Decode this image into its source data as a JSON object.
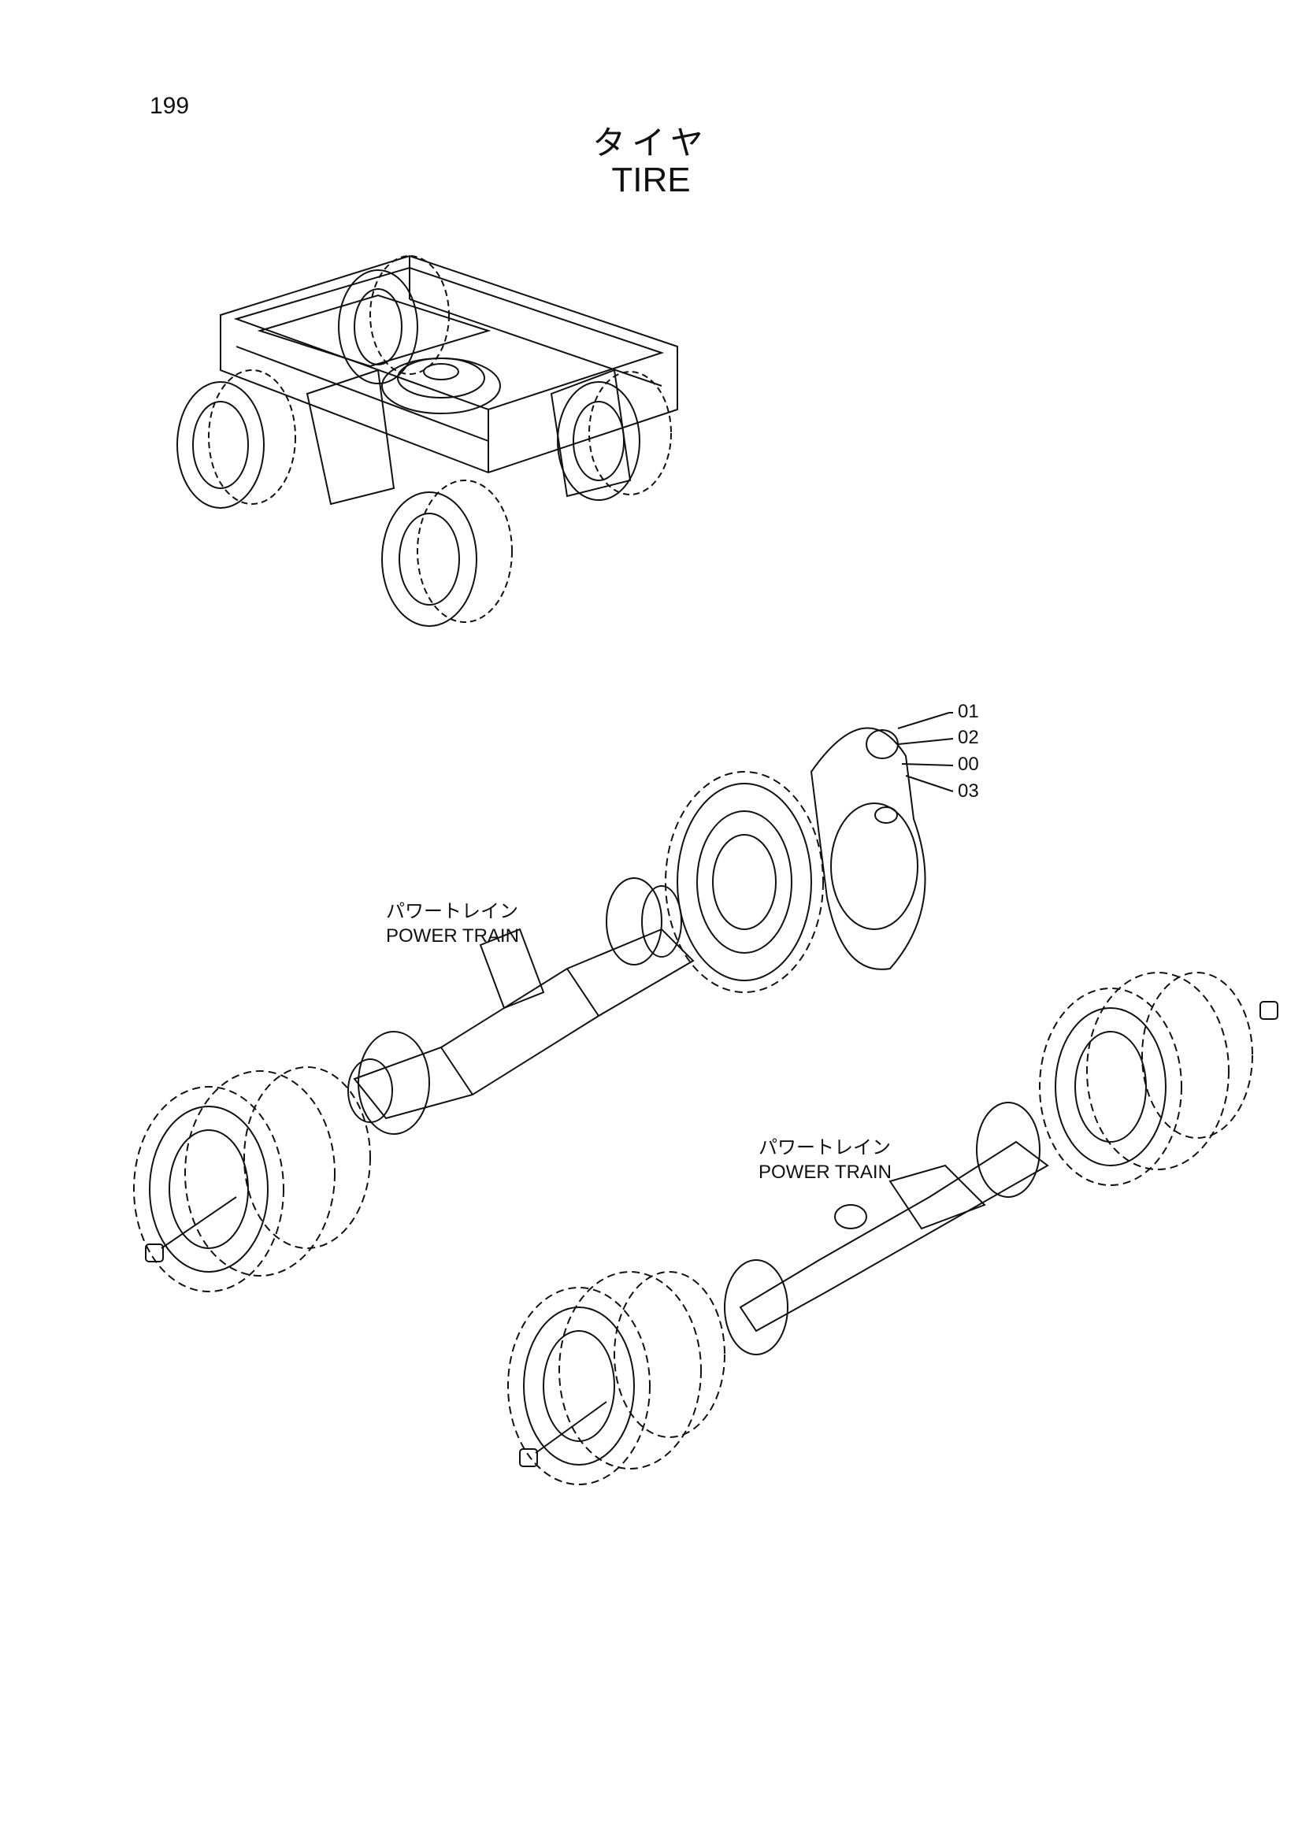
{
  "header": {
    "page_number": "199",
    "title_japanese": "タイヤ",
    "title_english": "TIRE"
  },
  "labels": {
    "front_axle": {
      "japanese": "パワートレイン",
      "english": "POWER TRAIN"
    },
    "rear_axle": {
      "japanese": "パワートレイン",
      "english": "POWER TRAIN"
    }
  },
  "callouts": [
    "01",
    "02",
    "00",
    "03"
  ],
  "colors": {
    "ink": "#111111",
    "paper": "#ffffff"
  }
}
